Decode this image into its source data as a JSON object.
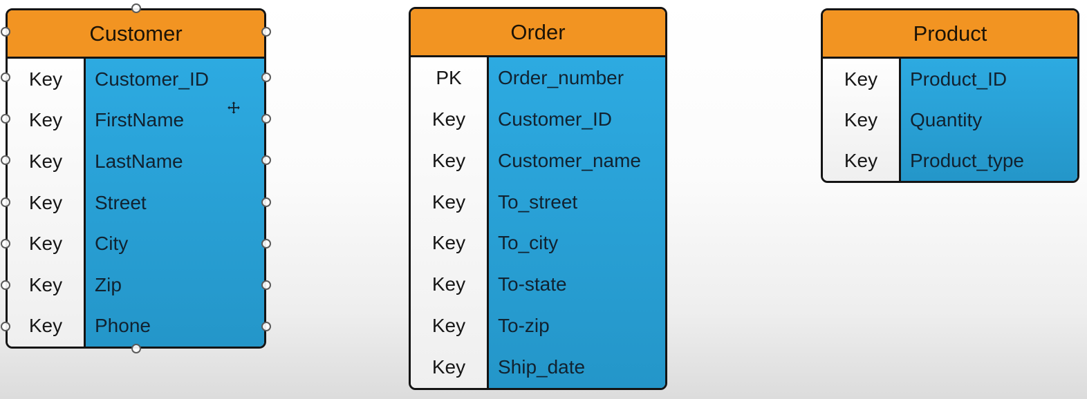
{
  "diagram": {
    "type": "entity-relationship",
    "tables": [
      {
        "id": "customer",
        "title": "Customer",
        "selected": true,
        "rows": [
          {
            "key": "Key",
            "attr": "Customer_ID"
          },
          {
            "key": "Key",
            "attr": "FirstName"
          },
          {
            "key": "Key",
            "attr": "LastName"
          },
          {
            "key": "Key",
            "attr": "Street"
          },
          {
            "key": "Key",
            "attr": "City"
          },
          {
            "key": "Key",
            "attr": "Zip"
          },
          {
            "key": "Key",
            "attr": "Phone"
          }
        ]
      },
      {
        "id": "order",
        "title": "Order",
        "selected": false,
        "rows": [
          {
            "key": "PK",
            "attr": "Order_number"
          },
          {
            "key": "Key",
            "attr": "Customer_ID"
          },
          {
            "key": "Key",
            "attr": "Customer_name"
          },
          {
            "key": "Key",
            "attr": "To_street"
          },
          {
            "key": "Key",
            "attr": "To_city"
          },
          {
            "key": "Key",
            "attr": "To-state"
          },
          {
            "key": "Key",
            "attr": "To-zip"
          },
          {
            "key": "Key",
            "attr": "Ship_date"
          }
        ]
      },
      {
        "id": "product",
        "title": "Product",
        "selected": false,
        "rows": [
          {
            "key": "Key",
            "attr": "Product_ID"
          },
          {
            "key": "Key",
            "attr": "Quantity"
          },
          {
            "key": "Key",
            "attr": "Product_type"
          }
        ]
      }
    ],
    "colors": {
      "header_fill": "#F29422",
      "attr_fill": "#29A8E0",
      "border": "#141414",
      "attr_text": "#112230",
      "key_text": "#161616"
    },
    "icons": {
      "move_cursor": "move-cursor-icon",
      "connection_handle": "connection-handle"
    }
  }
}
